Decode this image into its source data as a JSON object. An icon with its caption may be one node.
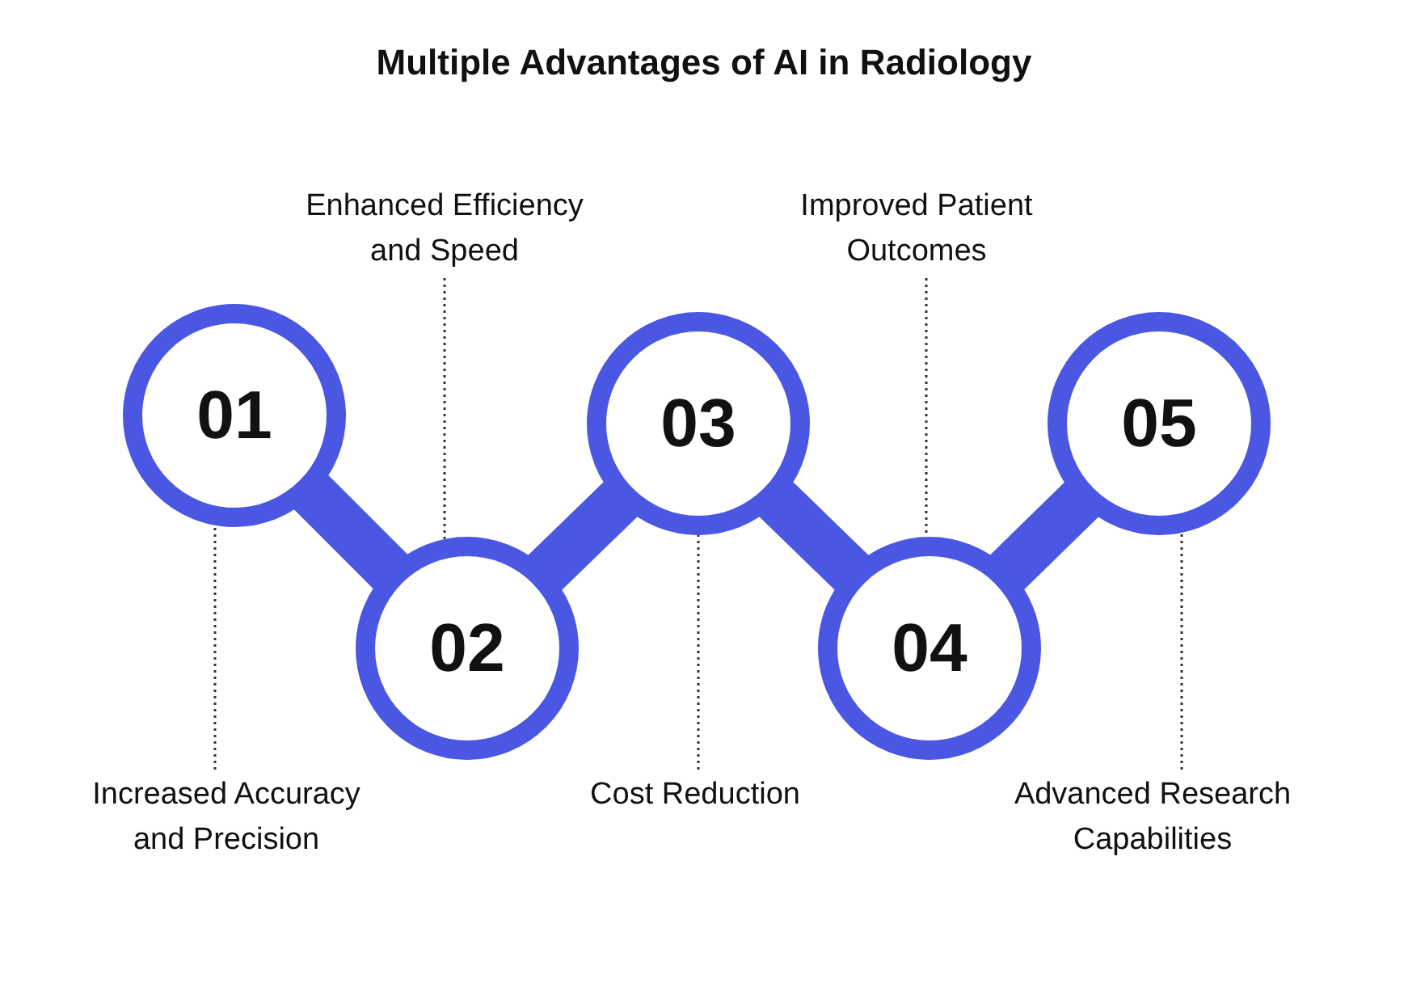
{
  "diagram": {
    "title": "Multiple Advantages of AI in Radiology",
    "nodes": [
      {
        "text": [
          "01"
        ]
      },
      {
        "text": [
          "02"
        ]
      },
      {
        "text": [
          "03"
        ]
      },
      {
        "text": [
          "04"
        ]
      },
      {
        "text": [
          "05"
        ]
      },
      {
        "text": [
          "Increased Accuracy and Precision"
        ]
      },
      {
        "text": [
          "Enhanced Efficiency and Speed"
        ]
      },
      {
        "text": [
          "Cost Reduction"
        ]
      },
      {
        "text": [
          "Improved Patient Outcomes"
        ]
      },
      {
        "text": [
          "Advanced Research Capabilities"
        ]
      }
    ],
    "edges": [
      {
        "from": 0,
        "to": 1,
        "arrow": "none",
        "style": "thick",
        "color": "#4a57e2"
      },
      {
        "from": 1,
        "to": 2,
        "arrow": "none",
        "style": "thick",
        "color": "#4a57e2"
      },
      {
        "from": 2,
        "to": 3,
        "arrow": "none",
        "style": "thick",
        "color": "#4a57e2"
      },
      {
        "from": 3,
        "to": 4,
        "arrow": "none",
        "style": "thick",
        "color": "#4a57e2"
      },
      {
        "from": 5,
        "to": 0,
        "arrow": "none",
        "style": "dashed"
      },
      {
        "from": 6,
        "to": 1,
        "arrow": "none",
        "style": "dashed"
      },
      {
        "from": 7,
        "to": 2,
        "arrow": "none",
        "style": "dashed"
      },
      {
        "from": 8,
        "to": 3,
        "arrow": "none",
        "style": "dashed"
      },
      {
        "from": 9,
        "to": 4,
        "arrow": "none",
        "style": "dashed"
      }
    ]
  }
}
